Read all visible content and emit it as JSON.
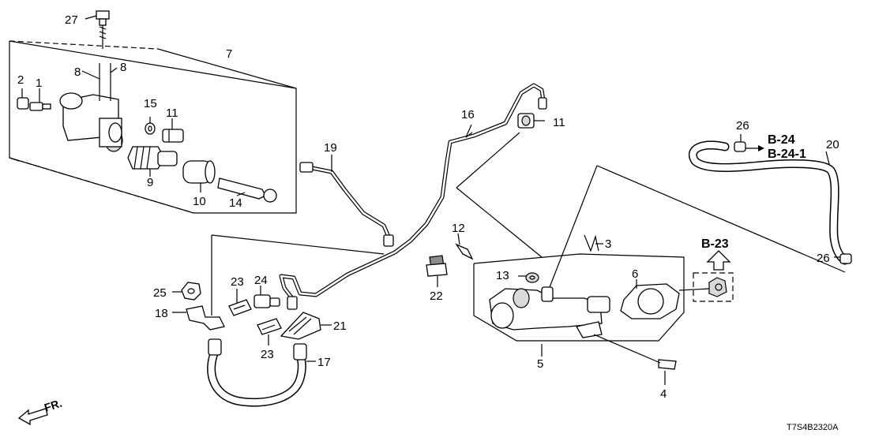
{
  "labels": {
    "p1": "1",
    "p2": "2",
    "p3": "3",
    "p4": "4",
    "p5": "5",
    "p6": "6",
    "p7": "7",
    "p8a": "8",
    "p8b": "8",
    "p9": "9",
    "p10": "10",
    "p11a": "11",
    "p11b": "11",
    "p12": "12",
    "p13": "13",
    "p14": "14",
    "p15": "15",
    "p16": "16",
    "p17": "17",
    "p18": "18",
    "p19": "19",
    "p20": "20",
    "p21": "21",
    "p22": "22",
    "p23a": "23",
    "p23b": "23",
    "p24": "24",
    "p25": "25",
    "p26a": "26",
    "p26b": "26",
    "p27": "27"
  },
  "references": {
    "b24": "B-24",
    "b241": "B-24-1",
    "b23": "B-23"
  },
  "direction": "FR.",
  "diagram_code": "T7S4B2320A"
}
